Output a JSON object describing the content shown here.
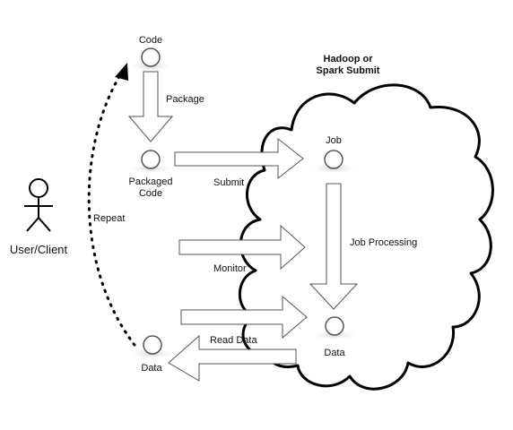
{
  "diagram": {
    "actor_label": "User/Client",
    "cloud_title_line1": "Hadoop or",
    "cloud_title_line2": "Spark Submit",
    "nodes": {
      "code": "Code",
      "packaged_line1": "Packaged",
      "packaged_line2": "Code",
      "job": "Job",
      "data_cloud": "Data",
      "data_client": "Data"
    },
    "edges": {
      "package": "Package",
      "submit": "Submit",
      "job_processing": "Job Processing",
      "monitor": "Monitor",
      "read_data": "Read Data",
      "repeat": "Repeat"
    }
  }
}
